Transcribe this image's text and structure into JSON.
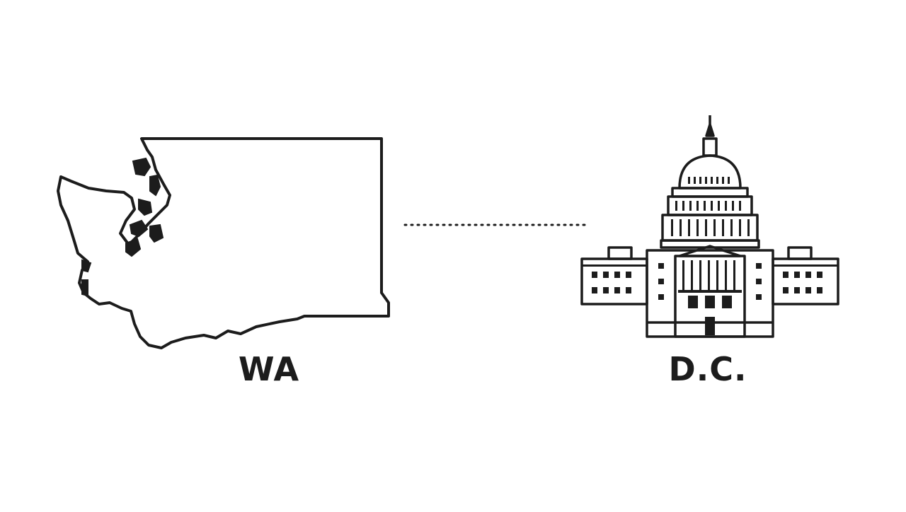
{
  "labels": {
    "left": "WA",
    "right": "D.C."
  },
  "icons": {
    "left": "washington-state-outline-icon",
    "right": "capitol-building-icon",
    "connector": "dotted-connector-line"
  },
  "colors": {
    "background": "#ffffff",
    "ink": "#1c1c1c"
  }
}
